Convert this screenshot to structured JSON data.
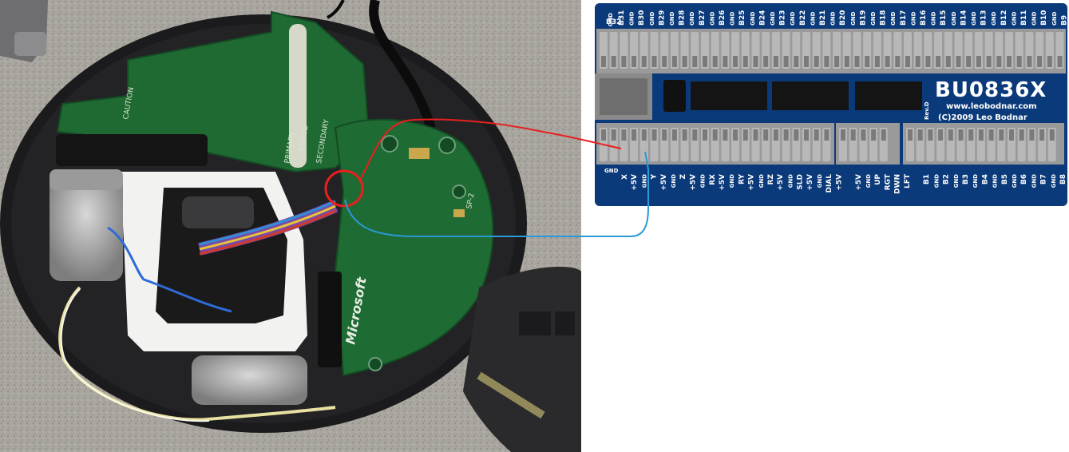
{
  "photo": {
    "pcb_text": {
      "caution": "CAUTION",
      "primary": "PRIMARY",
      "secondary": "SECONDARY",
      "code": "07:0CD",
      "sp": "SP-2",
      "brand": "Microsoft"
    }
  },
  "board": {
    "title": "BU0836X",
    "url": "www.leobodnar.com",
    "copyright": "(C)2009 Leo Bodnar",
    "rev": "Rev.D",
    "top_corner_gnd": "GND",
    "top_left_label": "B32",
    "top_labels": [
      "B31",
      "GND",
      "B30",
      "GND",
      "B29",
      "GND",
      "B28",
      "GND",
      "B27",
      "GND",
      "B26",
      "GND",
      "B25",
      "GND",
      "B24",
      "GND",
      "B23",
      "GND",
      "B22",
      "GND",
      "B21",
      "GND",
      "B20",
      "GND",
      "B19",
      "GND",
      "B18",
      "GND",
      "B17",
      "GND",
      "B16",
      "GND",
      "B15",
      "GND",
      "B14",
      "GND",
      "B13",
      "GND",
      "B12",
      "GND",
      "B11",
      "GND",
      "B10",
      "GND",
      "B9"
    ],
    "bottom_left_gnd": "GND",
    "bottom_labels": [
      "X",
      "+5V",
      "GND",
      "Y",
      "+5V",
      "GND",
      "Z",
      "+5V",
      "GND",
      "RX",
      "+5V",
      "GND",
      "RY",
      "+5V",
      "GND",
      "RZ",
      "+5V",
      "GND",
      "SLD",
      "+5V",
      "GND",
      "DIAL",
      "+5V",
      "",
      "+5V",
      "GND",
      "UP",
      "RGT",
      "DWN",
      "LFT",
      "",
      "B1",
      "GND",
      "B2",
      "GND",
      "B3",
      "GND",
      "B4",
      "GND",
      "B5",
      "GND",
      "B6",
      "GND",
      "B7",
      "GND",
      "B8"
    ]
  },
  "colors": {
    "pcb_green": "#1e6b34",
    "board_blue": "#0b3a7a",
    "red_line": "#e8201e",
    "blue_line": "#2a9ad8"
  }
}
